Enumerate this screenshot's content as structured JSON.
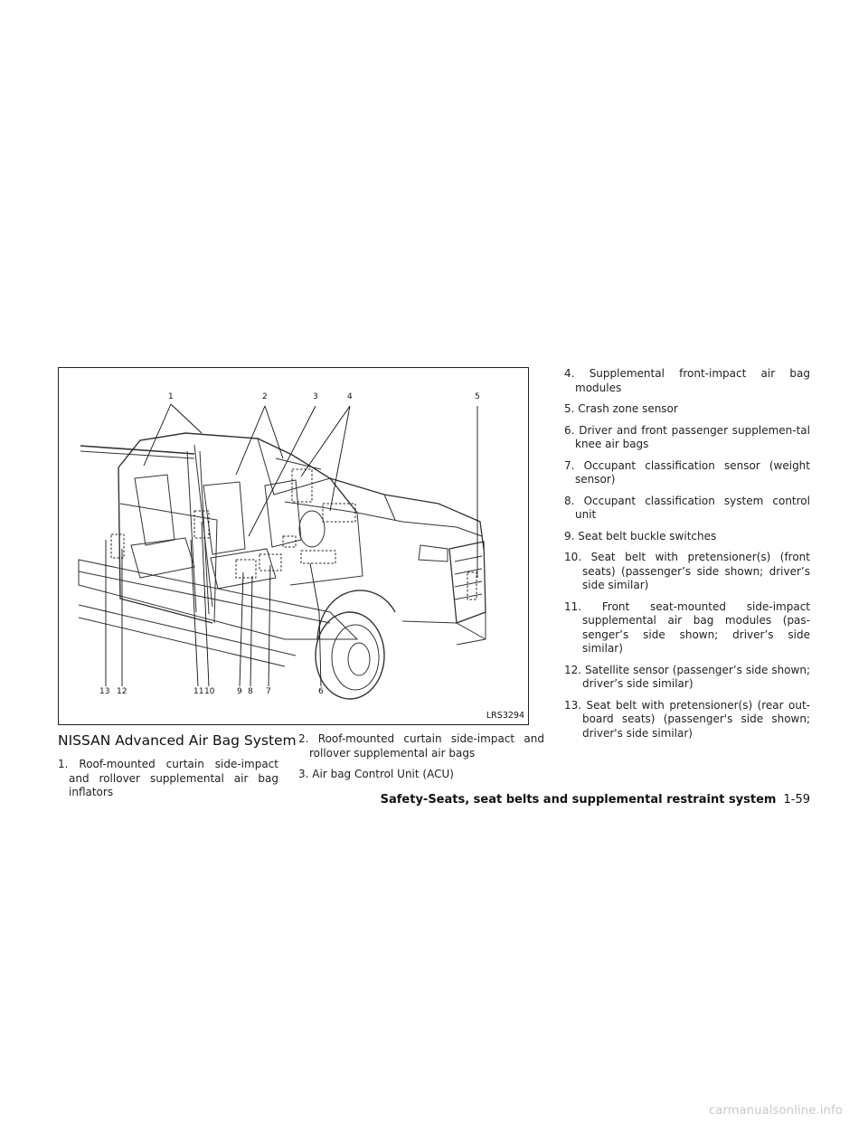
{
  "figure": {
    "code": "LRS3294",
    "callouts_top": [
      "1",
      "2",
      "3",
      "4",
      "5"
    ],
    "callouts_bottom": [
      "13",
      "12",
      "11",
      "10",
      "9",
      "8",
      "7",
      "6"
    ]
  },
  "heading": "NISSAN Advanced Air Bag System",
  "items": [
    {
      "num": "1.",
      "text": "Roof-mounted curtain side-impact and rollover supplemental air bag inflators"
    },
    {
      "num": "2.",
      "text": "Roof-mounted curtain side-impact and rollover supplemental air bags"
    },
    {
      "num": "3.",
      "text": "Air bag Control Unit (ACU)"
    },
    {
      "num": "4.",
      "text": "Supplemental front-impact air bag modules"
    },
    {
      "num": "5.",
      "text": "Crash zone sensor"
    },
    {
      "num": "6.",
      "text": "Driver and front passenger supplemen-tal knee air bags"
    },
    {
      "num": "7.",
      "text": "Occupant classification sensor (weight sensor)"
    },
    {
      "num": "8.",
      "text": "Occupant classification system control unit"
    },
    {
      "num": "9.",
      "text": "Seat belt buckle switches"
    },
    {
      "num": "10.",
      "text": "Seat belt with pretensioner(s) (front seats) (passenger’s side shown; driver’s side similar)"
    },
    {
      "num": "11.",
      "text": "Front seat-mounted side-impact supplemental air bag modules (pas-senger’s side shown; driver’s side similar)"
    },
    {
      "num": "12.",
      "text": "Satellite sensor (passenger’s side shown; driver’s side similar)"
    },
    {
      "num": "13.",
      "text": "Seat belt with pretensioner(s) (rear out-board seats) (passenger's side shown; driver's side similar)"
    }
  ],
  "footer": {
    "section": "Safety-Seats, seat belts and supplemental restraint system",
    "page": "1-59"
  },
  "watermark": "carmanualsonline.info"
}
